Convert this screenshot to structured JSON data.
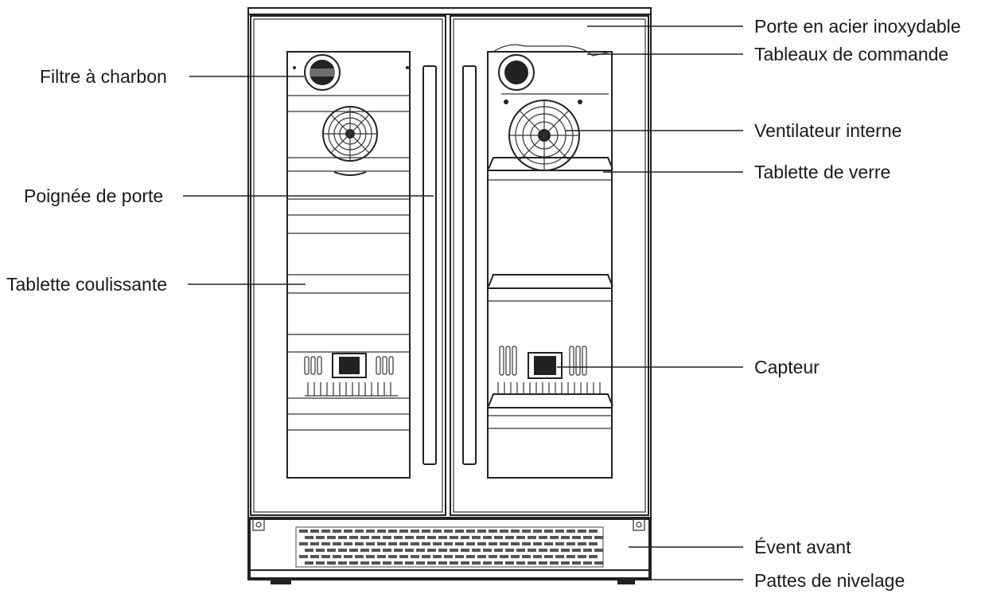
{
  "labels": {
    "filtre_charbon": "Filtre à charbon",
    "poignee_porte": "Poignée de porte",
    "tablette_coulissante": "Tablette coulissante",
    "porte_acier": "Porte en acier inoxydable",
    "tableaux_commande": "Tableaux de commande",
    "ventilateur_interne": "Ventilateur interne",
    "tablette_verre": "Tablette de verre",
    "capteur": "Capteur",
    "event_avant": "Évent avant",
    "pattes_nivelage": "Pattes de nivelage"
  }
}
